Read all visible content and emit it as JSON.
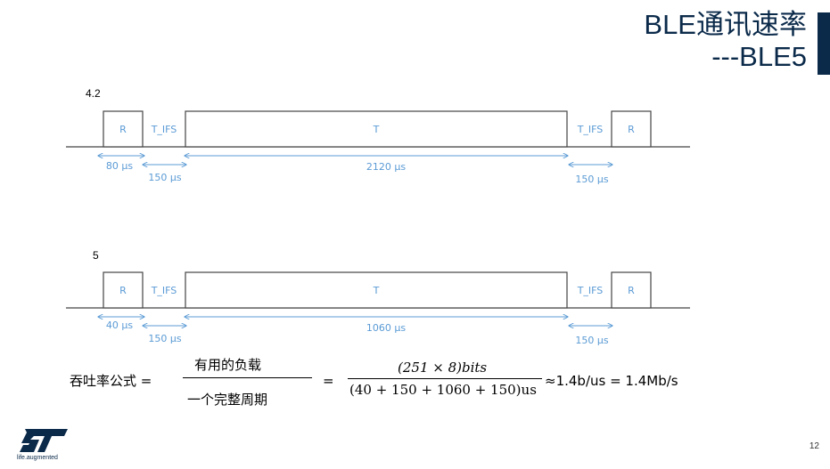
{
  "title": {
    "line1": "BLE通讯速率",
    "line2": "---BLE5"
  },
  "diagram_42": {
    "version": "4.2",
    "box_r1": "R",
    "box_ifs1": "T_IFS",
    "box_t": "T",
    "box_ifs2": "T_IFS",
    "box_r2": "R",
    "dim_r": "80 µs",
    "dim_ifs1": "150 µs",
    "dim_t": "2120 µs",
    "dim_ifs2": "150 µs"
  },
  "diagram_5": {
    "version": "5",
    "box_r1": "R",
    "box_ifs1": "T_IFS",
    "box_t": "T",
    "box_ifs2": "T_IFS",
    "box_r2": "R",
    "dim_r": "40 µs",
    "dim_ifs1": "150 µs",
    "dim_t": "1060 µs",
    "dim_ifs2": "150 µs"
  },
  "formula": {
    "label": "吞吐率公式 =",
    "numerator": "有用的负载",
    "denominator": "一个完整周期",
    "equals": "=",
    "calc_numerator": "(251 × 8)bits",
    "calc_denominator": "(40 + 150 + 1060 + 150)us",
    "result": "≈1.4b/us = 1.4Mb/s"
  },
  "footer": {
    "logo_text": "ST",
    "tagline": "life.augmented",
    "page": "12"
  },
  "colors": {
    "title": "#0b2a4a",
    "dimension": "#5b9bd5",
    "line": "#444444"
  }
}
